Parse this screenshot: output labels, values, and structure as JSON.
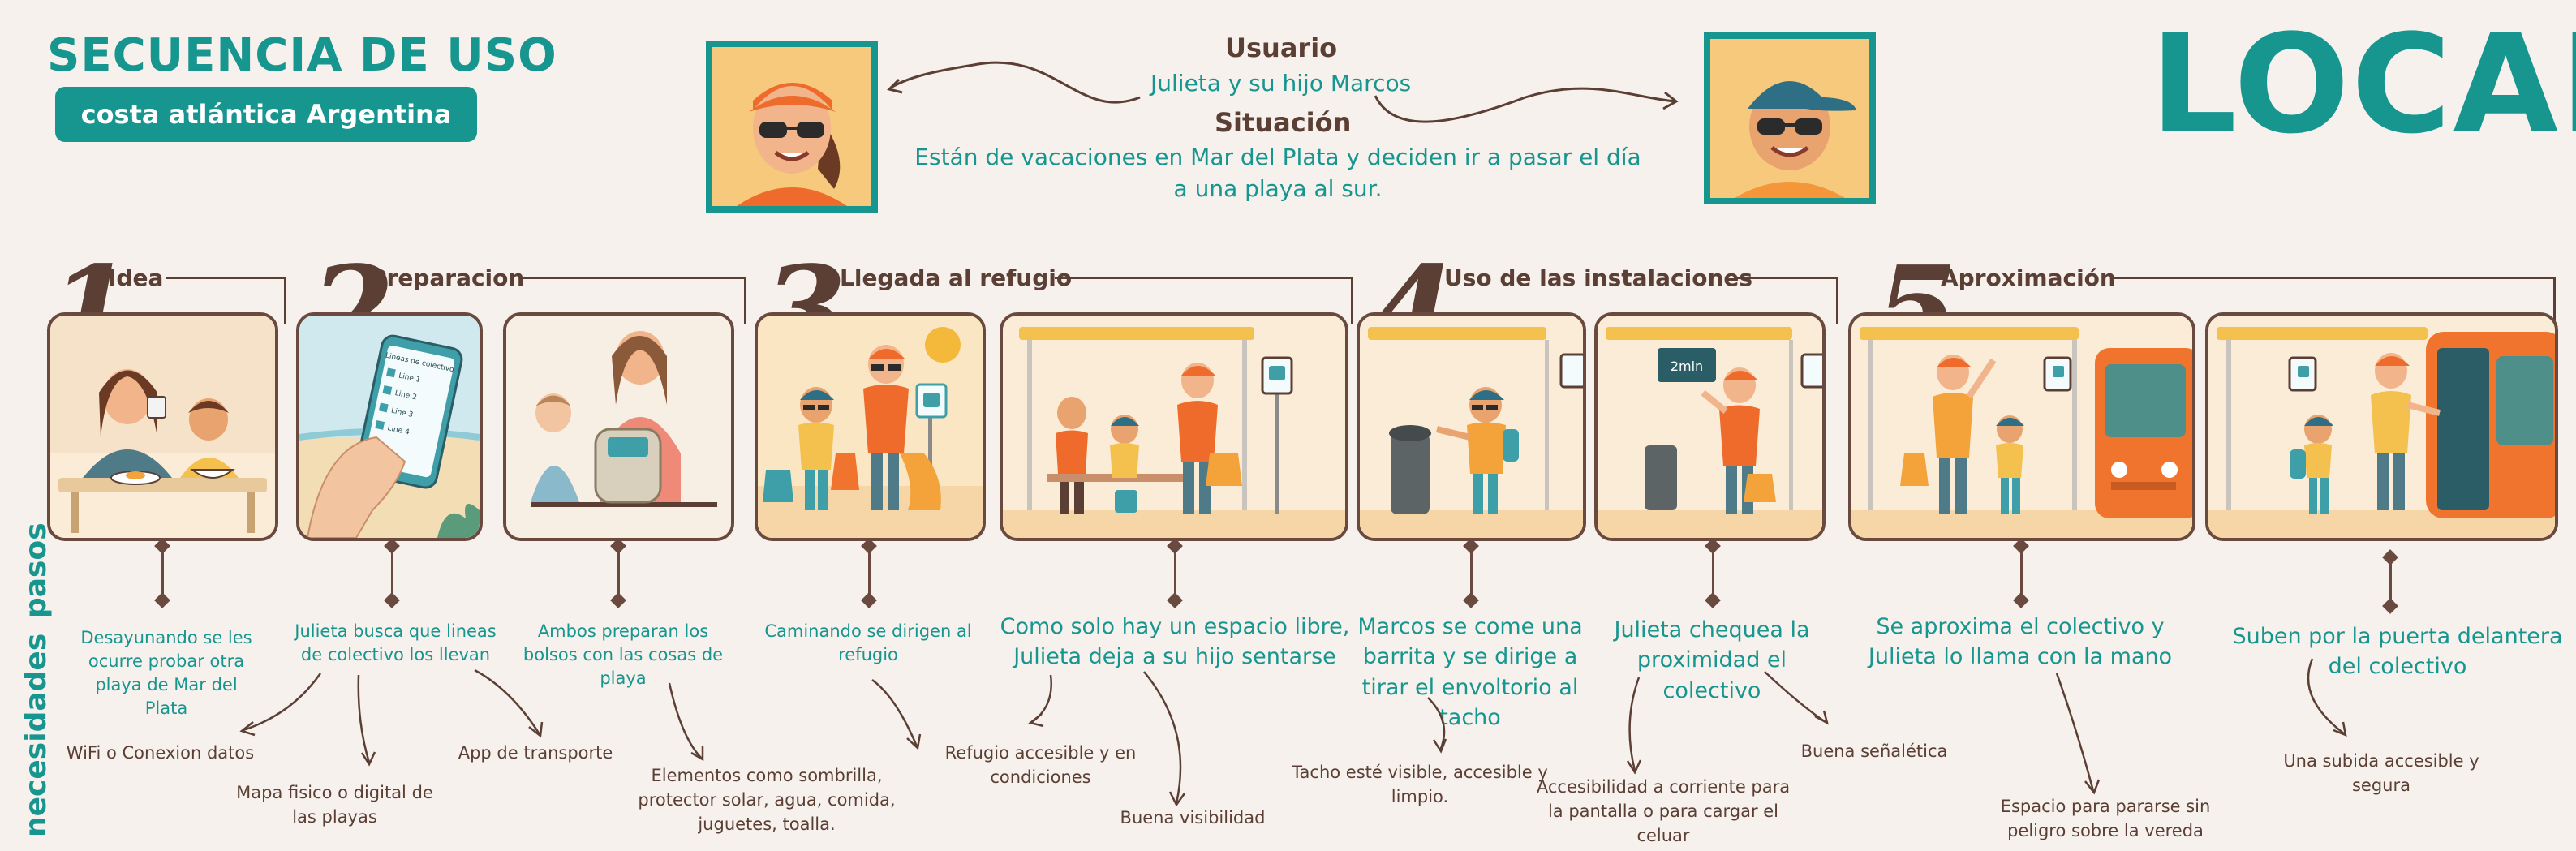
{
  "header": {
    "title": "SECUENCIA DE USO",
    "subtitle": "costa atlántica Argentina",
    "local": "LOCAL",
    "usuario_label": "Usuario",
    "usuario_value": "Julieta y su hijo Marcos",
    "situacion_label": "Situación",
    "situacion_value": "Están de vacaciones en Mar del Plata y deciden ir a pasar el día a una playa al sur."
  },
  "side_labels": {
    "pasos": "pasos",
    "necesidades": "necesidades"
  },
  "steps": [
    {
      "number": "1",
      "name": "Idea"
    },
    {
      "number": "2",
      "name": "Preparacion"
    },
    {
      "number": "3",
      "name": "Llegada al refugio"
    },
    {
      "number": "4",
      "name": "Uso de las instalaciones"
    },
    {
      "number": "5",
      "name": "Aproximación"
    }
  ],
  "panel_labels": {
    "phone_title": "Lineas de colectivo",
    "phone_lines": [
      "Line 1",
      "Line 2",
      "Line 3",
      "Line 4"
    ],
    "bus_sign": "2min"
  },
  "descriptions": [
    "Desayunando se les ocurre probar otra playa de Mar del Plata",
    "Julieta busca que lineas de colectivo los llevan",
    "Ambos preparan los bolsos con las cosas de playa",
    "Caminando se dirigen al refugio",
    "Como solo hay un espacio libre, Julieta deja a su hijo sentarse",
    "Marcos se come una barrita y se dirige a tirar el envoltorio al tacho",
    "Julieta chequea la proximidad el colectivo",
    "Se aproxima el colectivo y Julieta lo llama con la mano",
    "Suben por la puerta delantera del colectivo"
  ],
  "needs": [
    "WiFi o Conexion datos",
    "Mapa fisico o digital de las playas",
    "App de transporte",
    "Elementos como sombrilla, protector solar, agua, comida, juguetes, toalla.",
    "Refugio accesible y en condiciones",
    "Buena visibilidad",
    "Tacho esté visible, accesible y limpio.",
    "Accesibilidad a corriente para la pantalla o para cargar el celuar",
    "Buena señalética",
    "Espacio para pararse sin peligro sobre la vereda",
    "Una subida accesible y segura"
  ],
  "colors": {
    "teal": "#17958f",
    "brown": "#5b3f35",
    "background": "#f6f1ec",
    "orange": "#f0742e",
    "sand": "#fbecd7"
  }
}
